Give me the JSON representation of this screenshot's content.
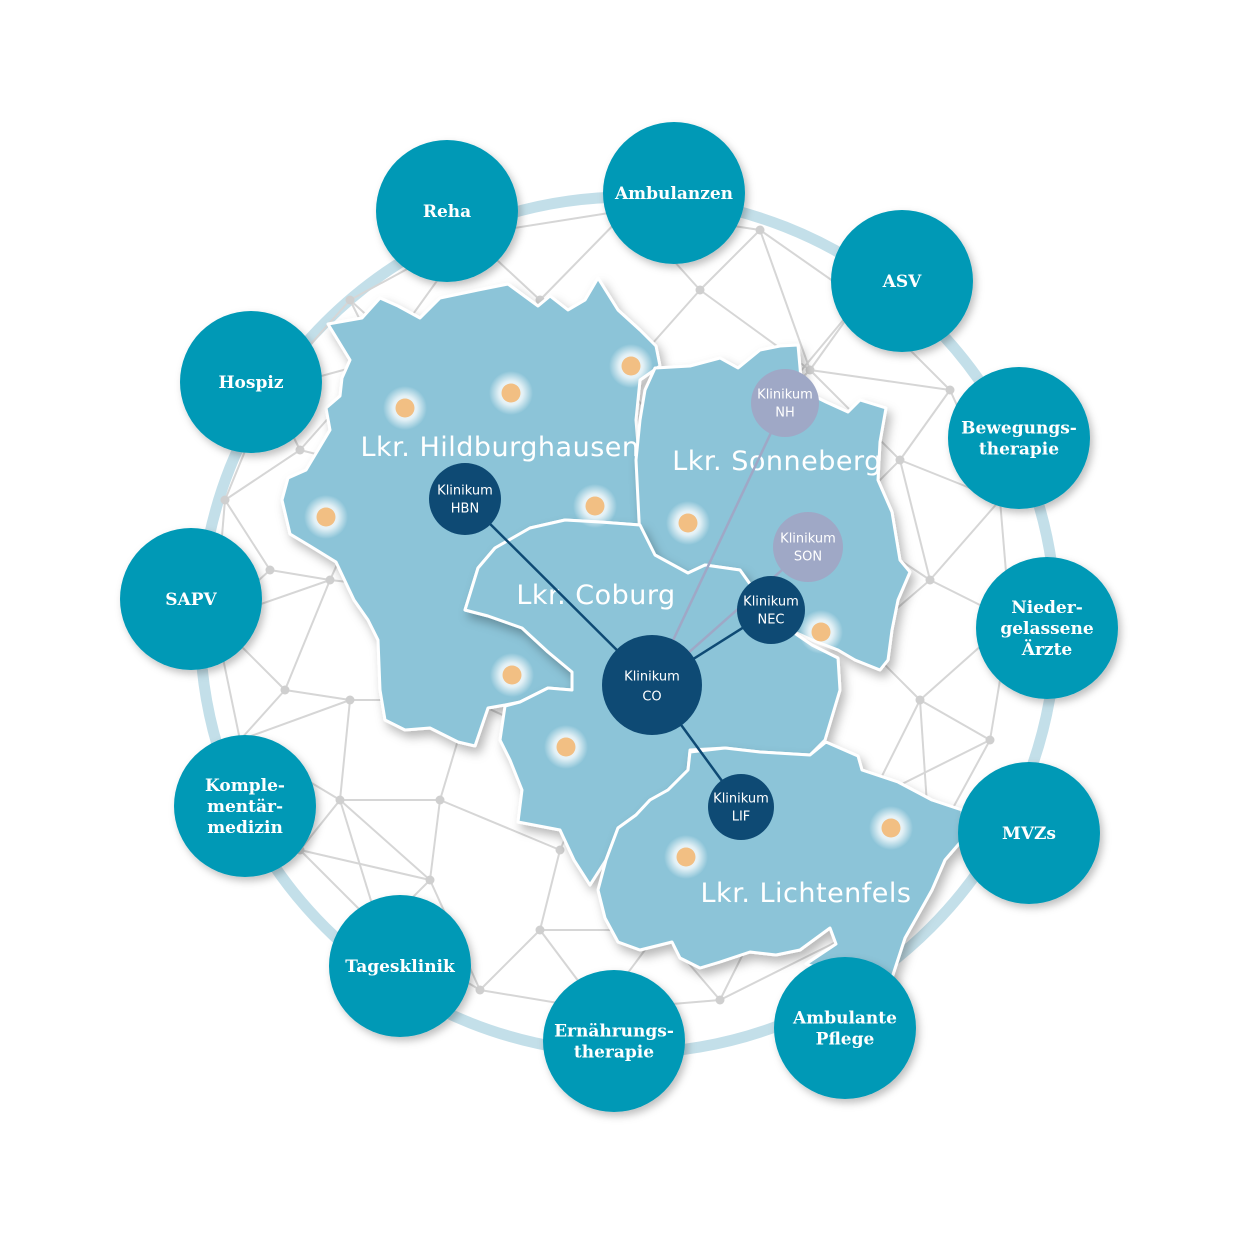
{
  "colors": {
    "service": "#0399b6",
    "region_fill": "#8cc4d8",
    "region_stroke": "#ffffff",
    "ring": "#c3dfe9",
    "network": "#d6d6d6",
    "klinikum_dark": "#0e4a74",
    "klinikum_light": "#9fa8c6",
    "site_dot": "#f2bf83"
  },
  "services": [
    {
      "id": "reha",
      "lines": [
        "Reha"
      ]
    },
    {
      "id": "ambulanzen",
      "lines": [
        "Ambulanzen"
      ]
    },
    {
      "id": "asv",
      "lines": [
        "ASV"
      ]
    },
    {
      "id": "bewegungstherapie",
      "lines": [
        "Bewegungs-",
        "therapie"
      ]
    },
    {
      "id": "niedergelassene-aerzte",
      "lines": [
        "Nieder-",
        "gelassene",
        "Ärzte"
      ]
    },
    {
      "id": "mvzs",
      "lines": [
        "MVZs"
      ]
    },
    {
      "id": "ambulante-pflege",
      "lines": [
        "Ambulante",
        "Pflege"
      ]
    },
    {
      "id": "ernaehrungstherapie",
      "lines": [
        "Ernährungs-",
        "therapie"
      ]
    },
    {
      "id": "tagesklinik",
      "lines": [
        "Tagesklinik"
      ]
    },
    {
      "id": "komplementaermedizin",
      "lines": [
        "Komple-",
        "mentär-",
        "medizin"
      ]
    },
    {
      "id": "sapv",
      "lines": [
        "SAPV"
      ]
    },
    {
      "id": "hospiz",
      "lines": [
        "Hospiz"
      ]
    }
  ],
  "regions": [
    {
      "id": "hildburghausen",
      "label": "Lkr. Hildburghausen"
    },
    {
      "id": "sonneberg",
      "label": "Lkr. Sonneberg"
    },
    {
      "id": "coburg",
      "label": "Lkr. Coburg"
    },
    {
      "id": "lichtenfels",
      "label": "Lkr. Lichtenfels"
    }
  ],
  "kliniken": [
    {
      "id": "co",
      "lines": [
        "Klinikum",
        "CO"
      ],
      "style": "dark"
    },
    {
      "id": "hbn",
      "lines": [
        "Klinikum",
        "HBN"
      ],
      "style": "dark"
    },
    {
      "id": "nec",
      "lines": [
        "Klinikum",
        "NEC"
      ],
      "style": "dark"
    },
    {
      "id": "lif",
      "lines": [
        "Klinikum",
        "LIF"
      ],
      "style": "dark"
    },
    {
      "id": "nh",
      "lines": [
        "Klinikum",
        "NH"
      ],
      "style": "light"
    },
    {
      "id": "son",
      "lines": [
        "Klinikum",
        "SON"
      ],
      "style": "light"
    }
  ],
  "connections": [
    {
      "from": "co",
      "to": "hbn",
      "style": "dark"
    },
    {
      "from": "co",
      "to": "nec",
      "style": "dark"
    },
    {
      "from": "co",
      "to": "lif",
      "style": "dark"
    },
    {
      "from": "co",
      "to": "nh",
      "style": "light"
    },
    {
      "from": "co",
      "to": "son",
      "style": "light"
    }
  ]
}
